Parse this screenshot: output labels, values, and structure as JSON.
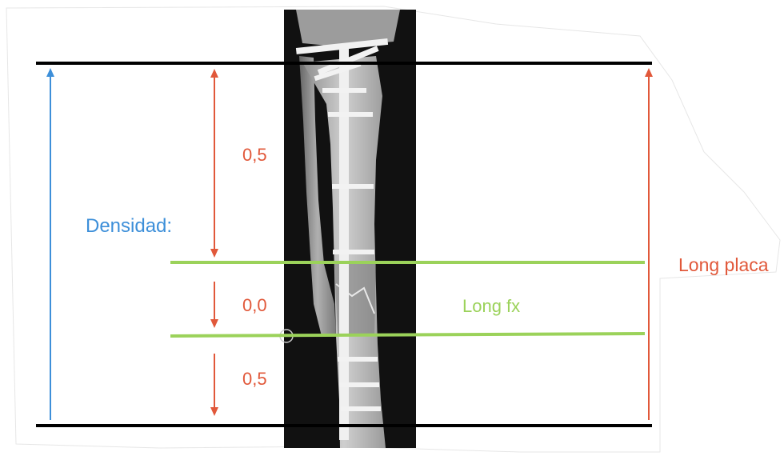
{
  "labels": {
    "density": "Densidad:",
    "upper_value": "0,5",
    "middle_value": "0,0",
    "lower_value": "0,5",
    "fracture_length": "Long fx",
    "plate_length": "Long placa"
  },
  "colors": {
    "black_line": "#000000",
    "blue_arrow": "#3d8fd9",
    "red_arrow": "#e1583a",
    "green_line": "#9bd25a",
    "xray_background": "#101010",
    "bone": "#bdbdbd",
    "implant": "#f2f2f2"
  },
  "icons": {
    "blue_arrow": "up-arrow",
    "red_arrows": "double-headed-arrow",
    "plate_arrow": "up-arrow"
  }
}
